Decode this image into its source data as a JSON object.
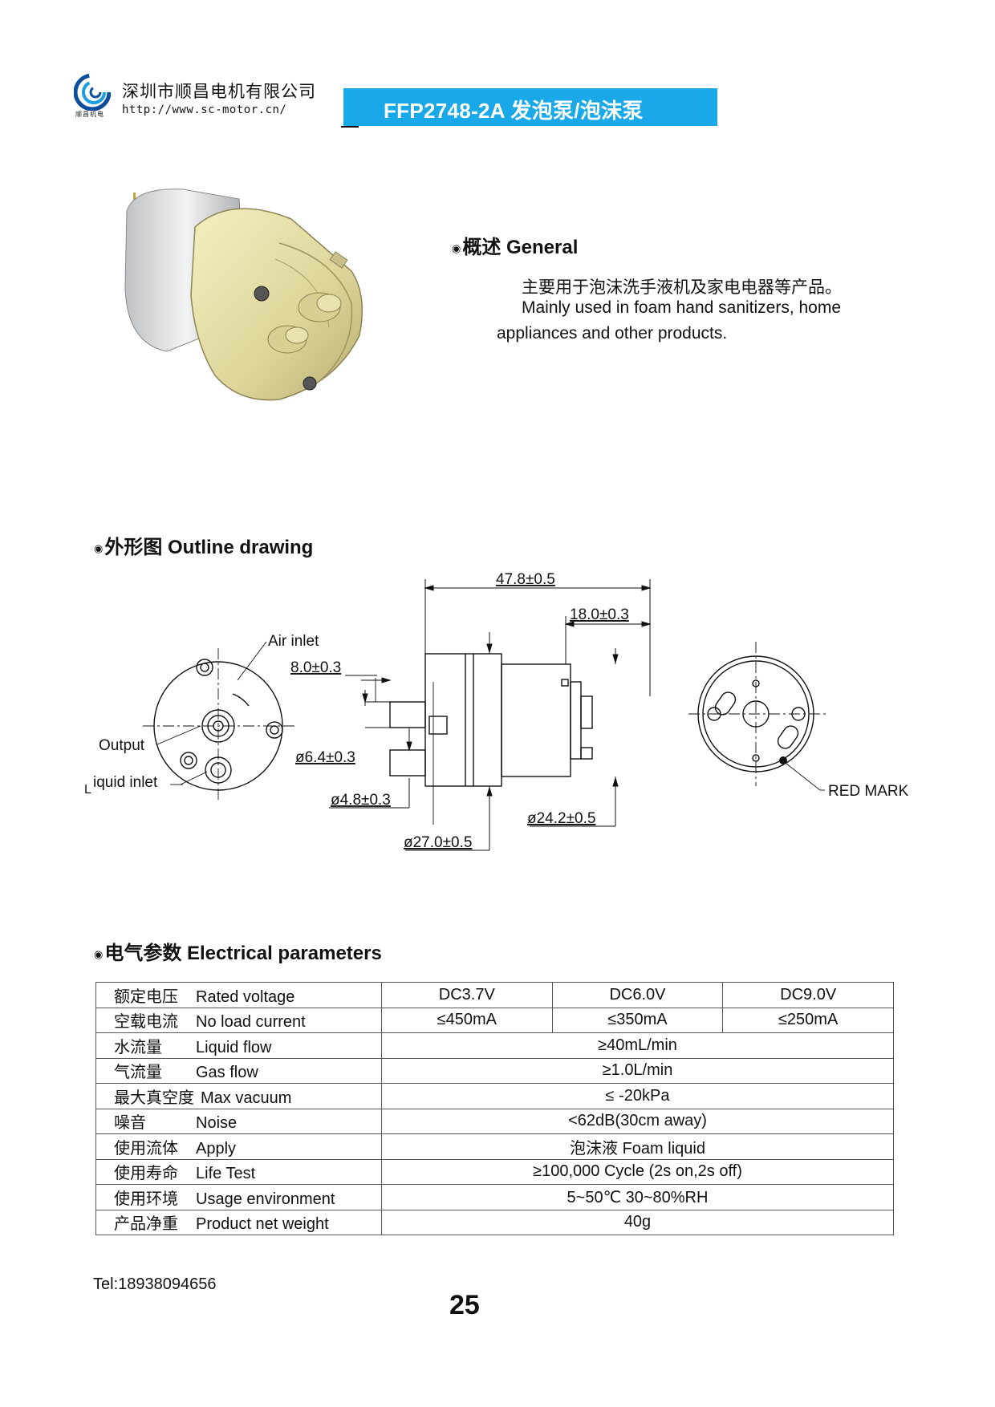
{
  "header": {
    "company_name": "深圳市顺昌电机有限公司",
    "company_url": "http://www.sc-motor.cn/",
    "logo_caption": "顺昌机电",
    "title": "FFP2748-2A 发泡泵/泡沫泵",
    "logo_icon": "spiral-logo-icon",
    "banner_color": "#1aa9e8"
  },
  "general": {
    "heading": "概述 General",
    "text_cn": "主要用于泡沫洗手液机及家电电器等产品。",
    "text_en_line1": "Mainly used in foam hand sanitizers, home",
    "text_en_line2": "appliances and other products."
  },
  "outline": {
    "heading": "外形图 Outline drawing",
    "labels": {
      "air_inlet": "Air inlet",
      "output": "Output",
      "liquid_inlet_prefix": "L",
      "liquid_inlet": "iquid inlet",
      "red_mark": "RED MARK"
    },
    "dimensions": {
      "overall_length": "47.8±0.5",
      "motor_length": "18.0±0.3",
      "nozzle_length": "8.0±0.3",
      "nozzle_spacing": "ø6.4±0.3",
      "nozzle_diameter": "ø4.8±0.3",
      "motor_diameter": "ø24.2±0.5",
      "pump_diameter": "ø27.0±0.5"
    }
  },
  "electrical": {
    "heading": "电气参数 Electrical parameters",
    "rows": [
      {
        "cn": "额定电压",
        "en": "Rated voltage",
        "values": [
          "DC3.7V",
          "DC6.0V",
          "DC9.0V"
        ]
      },
      {
        "cn": "空载电流",
        "en": "No load current",
        "values": [
          "≤450mA",
          "≤350mA",
          "≤250mA"
        ]
      },
      {
        "cn": "水流量",
        "en": "Liquid flow",
        "value": "≥40mL/min"
      },
      {
        "cn": "气流量",
        "en": "Gas flow",
        "value": "≥1.0L/min"
      },
      {
        "cn": "最大真空度",
        "en": "Max vacuum",
        "value": "≤ -20kPa"
      },
      {
        "cn": "噪音",
        "en": "Noise",
        "value": "<62dB(30cm away)"
      },
      {
        "cn": "使用流体",
        "en": "Apply",
        "value": "泡沫液  Foam liquid"
      },
      {
        "cn": "使用寿命",
        "en": "Life Test",
        "value": "≥100,000 Cycle  (2s on,2s off)"
      },
      {
        "cn": "使用环境",
        "en": "Usage environment",
        "value": "5~50℃   30~80%RH"
      },
      {
        "cn": "产品净重",
        "en": "Product net weight",
        "value": "40g"
      }
    ]
  },
  "footer": {
    "tel": "Tel:18938094656",
    "page_number": "25"
  },
  "bullet_symbol": "◉"
}
